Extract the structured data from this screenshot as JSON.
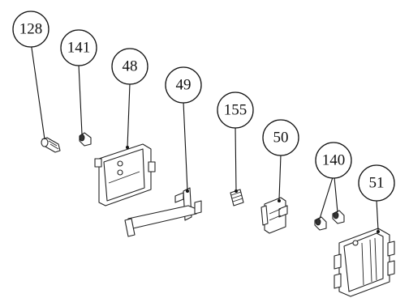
{
  "diagram": {
    "callouts": [
      {
        "id": "c128",
        "label": "128"
      },
      {
        "id": "c141",
        "label": "141"
      },
      {
        "id": "c48",
        "label": "48"
      },
      {
        "id": "c49",
        "label": "49"
      },
      {
        "id": "c155",
        "label": "155"
      },
      {
        "id": "c50",
        "label": "50"
      },
      {
        "id": "c140",
        "label": "140"
      },
      {
        "id": "c51",
        "label": "51"
      }
    ]
  }
}
